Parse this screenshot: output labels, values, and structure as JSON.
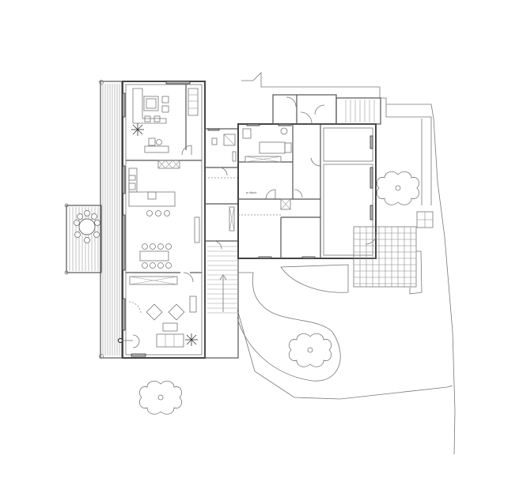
{
  "drawing": {
    "type": "architectural floor plan",
    "label_small": "ø dbulo",
    "colors": {
      "line": "#555555",
      "background": "#ffffff",
      "window_fill": "#bbbbbb"
    }
  },
  "rooms": [
    {
      "id": "study",
      "furniture": [
        "corner sofa",
        "coffee table",
        "two armchairs",
        "plant",
        "desk",
        "chair",
        "bookshelf"
      ]
    },
    {
      "id": "kitchen",
      "furniture": [
        "counter",
        "stove",
        "sink",
        "island",
        "three bar stools"
      ]
    },
    {
      "id": "dining",
      "furniture": [
        "dining table",
        "eight chairs",
        "sideboard"
      ]
    },
    {
      "id": "living",
      "furniture": [
        "sofa",
        "two armchairs",
        "coffee table",
        "plant",
        "fireplace"
      ]
    },
    {
      "id": "bathroom-1",
      "furniture": [
        "toilet",
        "shower",
        "sink"
      ]
    },
    {
      "id": "bathroom-2",
      "furniture": [
        "toilet",
        "bathtub",
        "sink"
      ]
    },
    {
      "id": "hall"
    },
    {
      "id": "bedroom-1"
    },
    {
      "id": "bedroom-2"
    },
    {
      "id": "bedroom-3"
    },
    {
      "id": "bedroom-4"
    },
    {
      "id": "stair-main"
    },
    {
      "id": "stair-north"
    }
  ],
  "exterior": {
    "deck_round_table_chairs": 8,
    "trees": 3,
    "terrace_grid": "tiled terrace",
    "garden_path": "curved path"
  }
}
